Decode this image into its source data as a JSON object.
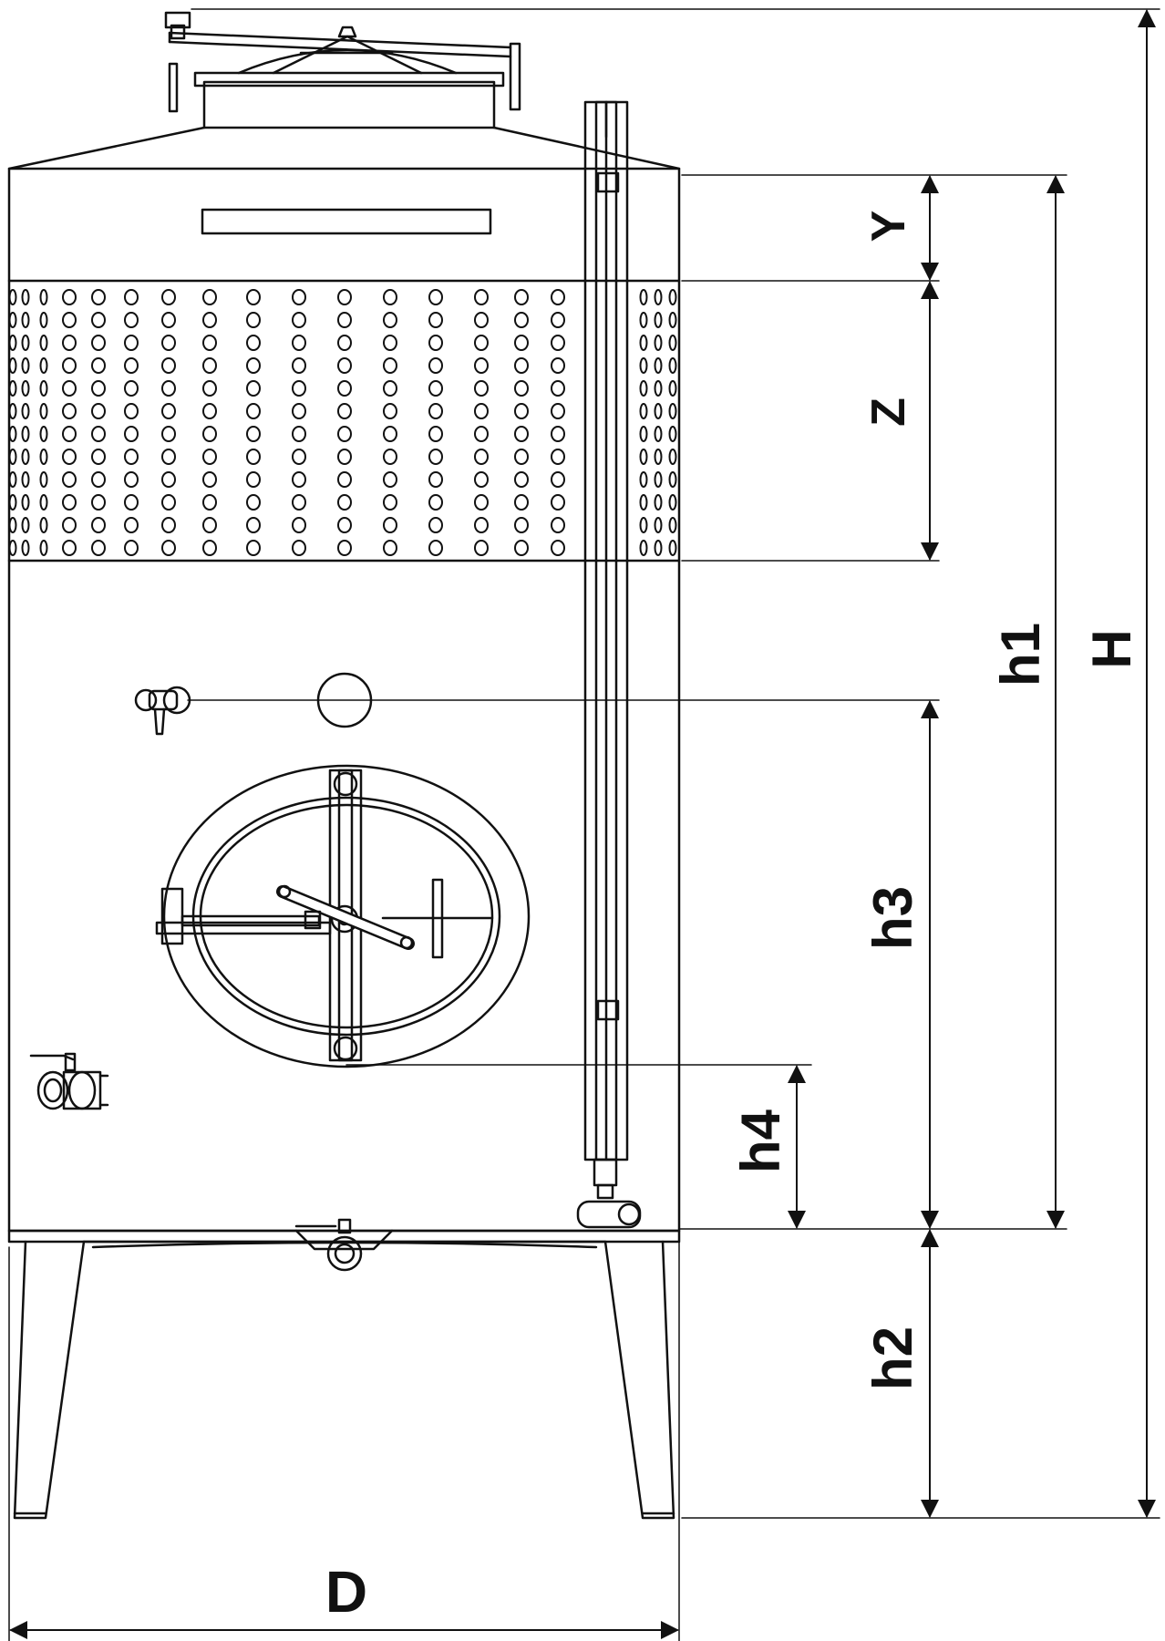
{
  "dimensions": {
    "Y": "Y",
    "Z": "Z",
    "h1": "h1",
    "H": "H",
    "h3": "h3",
    "h4": "h4",
    "h2": "h2",
    "D": "D"
  },
  "colors": {
    "line": "#111111",
    "background": "#ffffff"
  },
  "icons": [
    "lid-clamp-icon",
    "sample-valve-icon",
    "ball-valve-icon",
    "level-gauge-icon",
    "manway-door-icon"
  ]
}
